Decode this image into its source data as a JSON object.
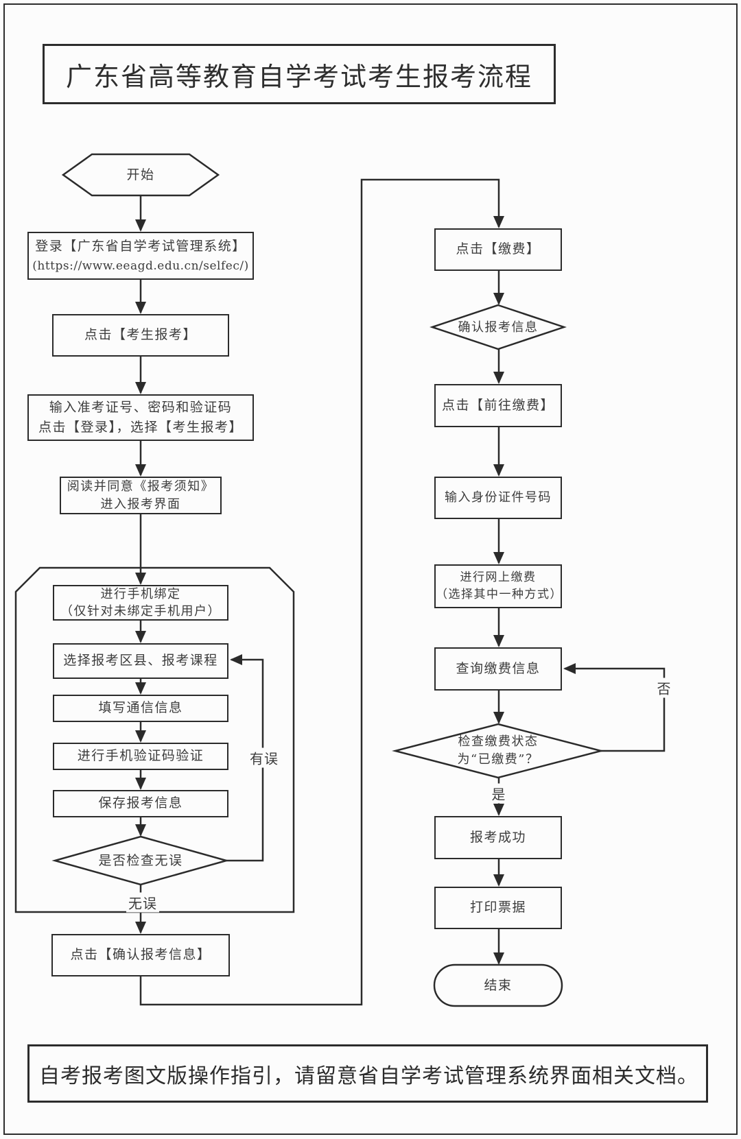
{
  "title": "广东省高等教育自学考试考生报考流程",
  "footer": {
    "note": "自考报考图文版操作指引，请留意省自学考试管理系统界面相关文档。"
  },
  "nodes": {
    "start": "开始",
    "login": {
      "line1": "登录【广东省自学考试管理系统】",
      "line2": "(https://www.eeagd.edu.cn/selfec/)"
    },
    "click_register": "点击【考生报考】",
    "enter_credentials": {
      "line1": "输入准考证号、密码和验证码",
      "line2": "点击【登录】，选择【考生报考】"
    },
    "read_notice": {
      "line1": "阅读并同意《报考须知》",
      "line2": "进入报考界面"
    },
    "bind_phone": {
      "line1": "进行手机绑定",
      "line2": "（仅针对未绑定手机用户）"
    },
    "select_courses": "选择报考区县、报考课程",
    "fill_contact": "填写通信信息",
    "verify_sms": "进行手机验证码验证",
    "save_info": "保存报考信息",
    "check_correct": "是否检查无误",
    "confirm_info": "点击【确认报考信息】",
    "click_pay": "点击【缴费】",
    "confirm_register_info": "确认报考信息",
    "goto_pay": "点击【前往缴费】",
    "enter_id": "输入身份证件号码",
    "online_pay": {
      "line1": "进行网上缴费",
      "line2": "（选择其中一种方式）"
    },
    "query_pay": "查询缴费信息",
    "check_paid": {
      "line1": "检查缴费状态",
      "line2": "为“已缴费”？"
    },
    "register_success": "报考成功",
    "print_receipt": "打印票据",
    "end": "结束"
  },
  "edge_labels": {
    "has_error": "有误",
    "no_error": "无误",
    "no": "否",
    "yes": "是"
  },
  "colors": {
    "stroke": "#2b2b2b",
    "background": "#fcfcfc"
  }
}
